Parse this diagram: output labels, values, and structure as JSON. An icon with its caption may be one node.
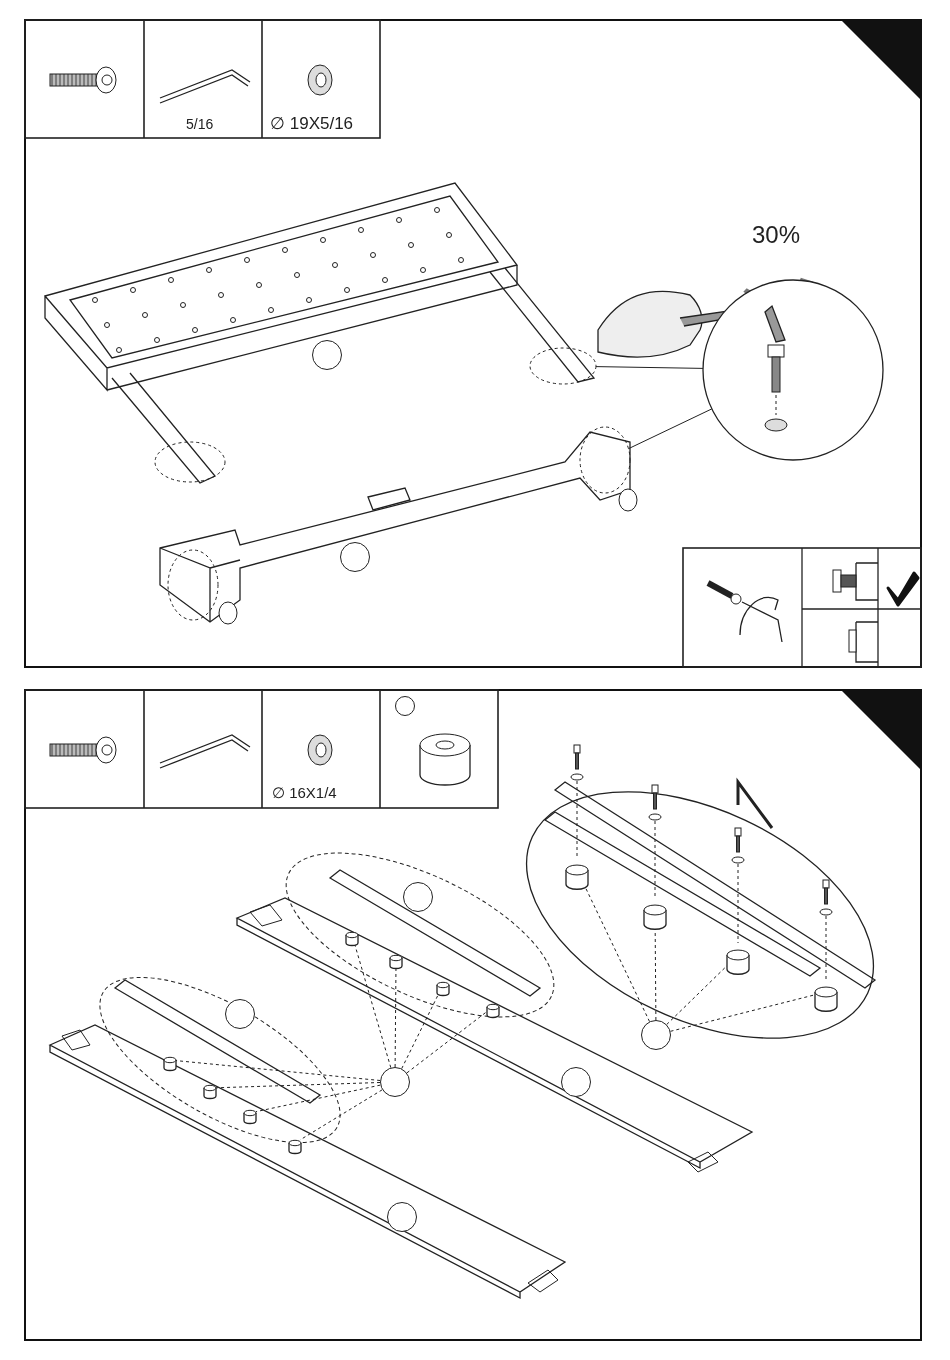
{
  "diagram": {
    "nodes": [
      {
        "text": [],
        "shape": "circle"
      },
      {
        "text": [],
        "shape": "circle"
      },
      {
        "text": [],
        "shape": "ellipse"
      },
      {
        "text": [],
        "shape": "ellipse"
      },
      {
        "text": [],
        "shape": "circle"
      },
      {
        "text": [],
        "shape": "circle"
      },
      {
        "text": [],
        "shape": "cylinder"
      },
      {
        "text": [],
        "shape": "cylinder"
      },
      {
        "text": [],
        "shape": "cylinder"
      },
      {
        "text": [],
        "shape": "cylinder"
      },
      {
        "text": [],
        "shape": "circle"
      },
      {
        "text": [],
        "shape": "cylinder"
      },
      {
        "text": [],
        "shape": "cylinder"
      },
      {
        "text": [],
        "shape": "cylinder"
      },
      {
        "text": [],
        "shape": "cylinder"
      },
      {
        "text": [],
        "shape": "circle"
      },
      {
        "text": [],
        "shape": "circle"
      },
      {
        "text": [],
        "shape": "cylinder"
      },
      {
        "text": [],
        "shape": "cylinder"
      },
      {
        "text": [],
        "shape": "cylinder"
      },
      {
        "text": [],
        "shape": "cylinder"
      },
      {
        "text": [],
        "shape": "circle"
      },
      {
        "text": [],
        "shape": "circle"
      },
      {
        "text": [],
        "shape": "circle"
      },
      {
        "text": [],
        "shape": "ellipse"
      },
      {
        "text": [],
        "shape": "ellipse"
      }
    ],
    "edges": [
      {
        "from": 2,
        "to": 0,
        "arrow": "none"
      },
      {
        "from": 3,
        "to": 0,
        "arrow": "none"
      },
      {
        "from": 16,
        "to": 6,
        "arrow": "none",
        "style": "dashed"
      },
      {
        "from": 16,
        "to": 7,
        "arrow": "none",
        "style": "dashed"
      },
      {
        "from": 16,
        "to": 8,
        "arrow": "none",
        "style": "dashed"
      },
      {
        "from": 16,
        "to": 9,
        "arrow": "none",
        "style": "dashed"
      },
      {
        "from": 21,
        "to": 17,
        "arrow": "none",
        "style": "dashed"
      },
      {
        "from": 21,
        "to": 18,
        "arrow": "none",
        "style": "dashed"
      },
      {
        "from": 21,
        "to": 19,
        "arrow": "none",
        "style": "dashed"
      },
      {
        "from": 21,
        "to": 20,
        "arrow": "none",
        "style": "dashed"
      },
      {
        "from": 21,
        "to": 11,
        "arrow": "none",
        "style": "dashed"
      },
      {
        "from": 21,
        "to": 12,
        "arrow": "none",
        "style": "dashed"
      },
      {
        "from": 21,
        "to": 13,
        "arrow": "none",
        "style": "dashed"
      },
      {
        "from": 21,
        "to": 14,
        "arrow": "none",
        "style": "dashed"
      }
    ],
    "labels": [
      "5/16",
      "∅ 19X5/16",
      "30%",
      "∅ 16X1/4"
    ]
  }
}
